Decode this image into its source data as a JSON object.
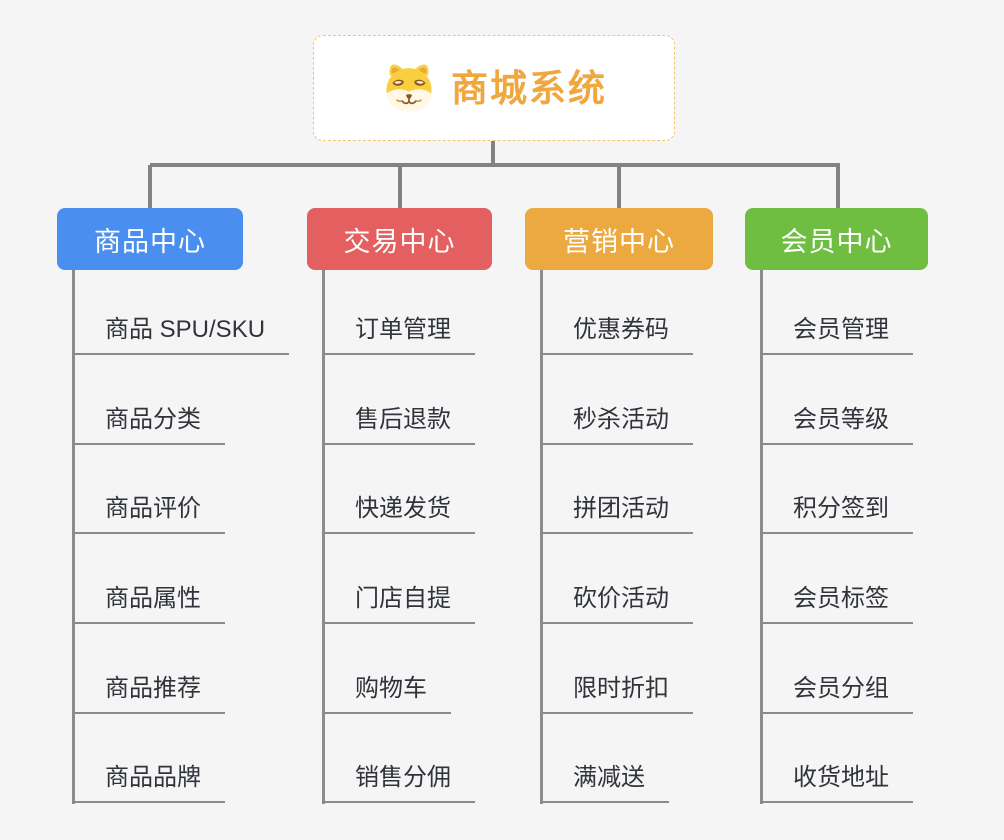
{
  "page": {
    "background": "#f5f5f6",
    "connector_color": "#828282"
  },
  "root": {
    "title": "商城系统",
    "title_color": "#f0a73e",
    "border_color": "#f3c36e",
    "icon": "shiba-dog-icon"
  },
  "branches": [
    {
      "label": "商品中心",
      "color": "#4a8ff0",
      "items": [
        "商品 SPU/SKU",
        "商品分类",
        "商品评价",
        "商品属性",
        "商品推荐",
        "商品品牌"
      ]
    },
    {
      "label": "交易中心",
      "color": "#e45f5f",
      "items": [
        "订单管理",
        "售后退款",
        "快递发货",
        "门店自提",
        "购物车",
        "销售分佣"
      ]
    },
    {
      "label": "营销中心",
      "color": "#eba93f",
      "items": [
        "优惠券码",
        "秒杀活动",
        "拼团活动",
        "砍价活动",
        "限时折扣",
        "满减送"
      ]
    },
    {
      "label": "会员中心",
      "color": "#6fbe41",
      "items": [
        "会员管理",
        "会员等级",
        "积分签到",
        "会员标签",
        "会员分组",
        "收货地址"
      ]
    }
  ]
}
